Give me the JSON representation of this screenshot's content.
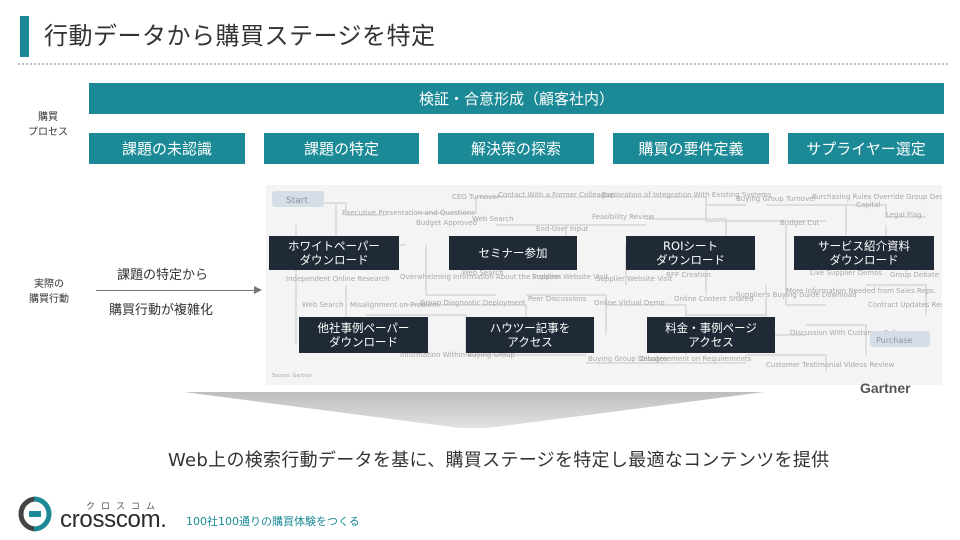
{
  "slide": {
    "title": "行動データから購買ステージを特定",
    "summary": "Web上の検索行動データを基に、購買ステージを特定し最適なコンテンツを提供"
  },
  "process": {
    "label_line1": "購買",
    "label_line2": "プロセス",
    "banner": "検証・合意形成（顧客社内）",
    "stages": [
      "課題の未認識",
      "課題の特定",
      "解決策の探索",
      "購買の要件定義",
      "サプライヤー選定"
    ]
  },
  "actual": {
    "label_line1": "実際の",
    "label_line2": "購買行動",
    "text_top": "課題の特定から",
    "text_bottom": "購買行動が複雑化"
  },
  "content_boxes": [
    {
      "line1": "ホワイトペーパー",
      "line2": "ダウンロード"
    },
    {
      "line1": "セミナー参加",
      "line2": ""
    },
    {
      "line1": "ROIシート",
      "line2": "ダウンロード"
    },
    {
      "line1": "サービス紹介資料",
      "line2": "ダウンロード"
    },
    {
      "line1": "他社事例ペーパー",
      "line2": "ダウンロード"
    },
    {
      "line1": "ハウツー記事を",
      "line2": "アクセス"
    },
    {
      "line1": "料金・事例ページ",
      "line2": "アクセス"
    }
  ],
  "diagram": {
    "start": "Start",
    "purchase": "Purchase",
    "source": "Source: Gartner",
    "gartner": "Gartner",
    "node_labels": [
      "Executive Presentation and Questions",
      "CEO Turnover",
      "Contact With a Former Colleague",
      "Exploration of Integration With Existing Systems",
      "Buying Group Turnover",
      "Purchasing Rules Override Group Decision",
      "Independent Online Research",
      "Budget Approved",
      "Web Search",
      "End-User Input",
      "Feasibility Review",
      "Budget Cut",
      "Capital",
      "Legal Flag",
      "Overwhelming Information About the Problem",
      "Web Search",
      "Supplier Website Visit",
      "Supplier Website Visit",
      "RFP Creation",
      "Live Supplier Demos",
      "Group Debate",
      "Web Search",
      "Misalignment on Problem",
      "Group Diagnostic Deployment",
      "Peer Discussions",
      "Online Virtual Demo",
      "Online Content Shared",
      "Supplier's Buying Guide Download",
      "More Information Needed from Sales Reps.",
      "Contract Updates Required",
      "Information Within Buying Group",
      "Buying Group Debates",
      "Disagreement on Requirements",
      "Discussion With Customer References",
      "Customer Testimonial Videos Review"
    ]
  },
  "brand": {
    "kana": "クロスコム",
    "wordmark": "crosscom.",
    "tagline": "100社100通りの購買体験をつくる",
    "accent": "#1b8a96",
    "dark": "#1f2a36"
  }
}
